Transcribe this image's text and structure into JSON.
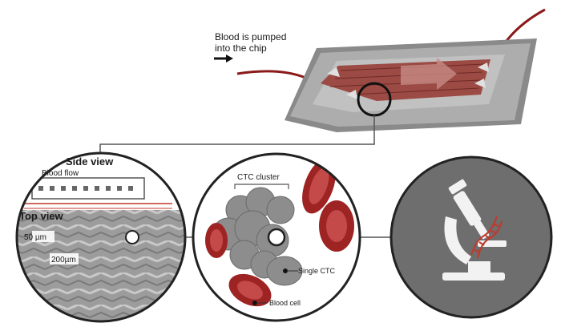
{
  "labels": {
    "pump": [
      "Blood is pumped",
      "into the chip"
    ],
    "side_view": "Side view",
    "blood_flow": "Blood flow",
    "top_view": "Top view",
    "scale_50": "50 µm",
    "scale_200": "200µm",
    "ctc_cluster": "CTC cluster",
    "single_ctc": "Single CTC",
    "blood_cell": "Blood cell"
  },
  "icons": [
    "chip-device",
    "microscope-icon",
    "dna-helix-icon"
  ],
  "colors": {
    "blood": "#8b1a1a",
    "blood_cell": "#b22b2b",
    "chip_body": "#8a8a8a",
    "circle_fill": "#6e6e6e",
    "chevron_bg": "#9a9a9a",
    "microscope": "#f2f2f2",
    "dna": "#c0392b"
  }
}
